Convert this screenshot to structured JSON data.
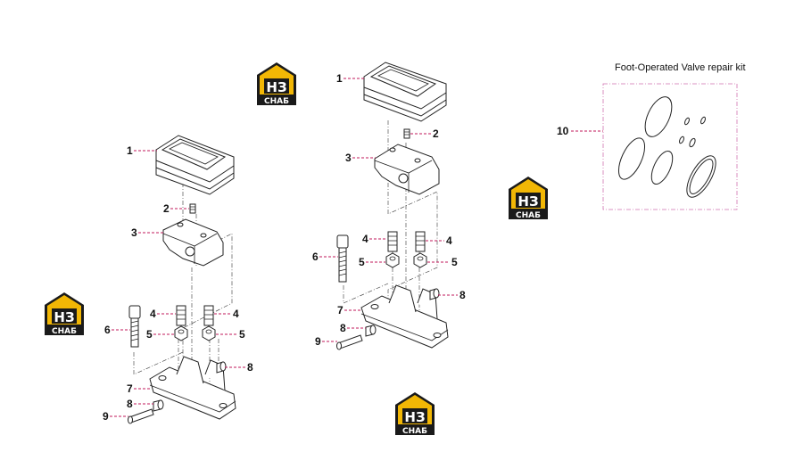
{
  "kit": {
    "title": "Foot-Operated Valve repair kit",
    "callout": "10"
  },
  "logo": {
    "top_text": "НЗ",
    "bottom_text": "СНАБ",
    "accent_color": "#f2b705",
    "dark_color": "#1a1a1a"
  },
  "left_assembly": {
    "c1": "1",
    "c2": "2",
    "c3": "3",
    "c4a": "4",
    "c4b": "4",
    "c5a": "5",
    "c5b": "5",
    "c6": "6",
    "c7": "7",
    "c8a": "8",
    "c8b": "8",
    "c9": "9"
  },
  "right_assembly": {
    "c1": "1",
    "c2": "2",
    "c3": "3",
    "c4a": "4",
    "c4b": "4",
    "c5a": "5",
    "c5b": "5",
    "c6": "6",
    "c7": "7",
    "c8a": "8",
    "c8b": "8",
    "c9": "9"
  }
}
